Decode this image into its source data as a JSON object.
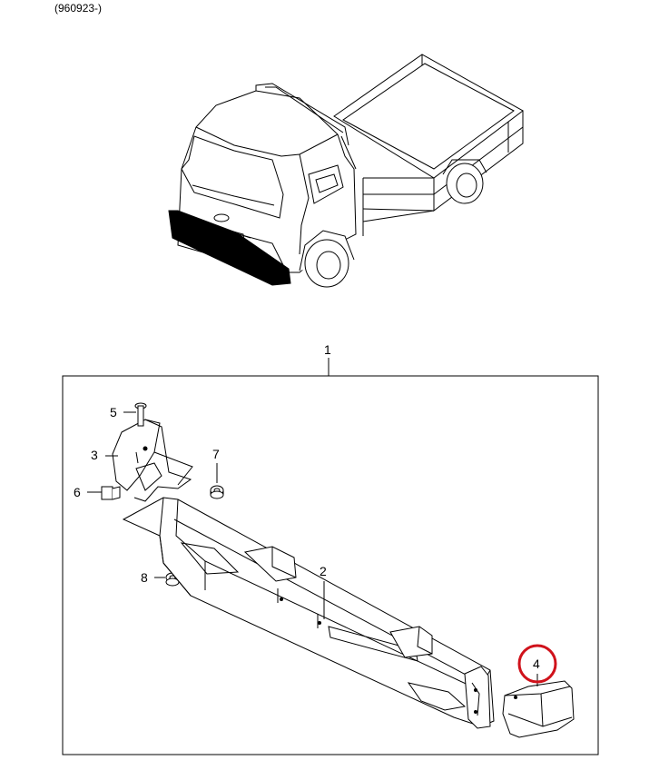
{
  "header": {
    "date_code": "(960923-)"
  },
  "callouts": {
    "c1": "1",
    "c2": "2",
    "c3": "3",
    "c4": "4",
    "c5": "5",
    "c6": "6",
    "c7": "7",
    "c8": "8"
  },
  "highlight": {
    "callout": "4",
    "color": "#d0121b"
  }
}
